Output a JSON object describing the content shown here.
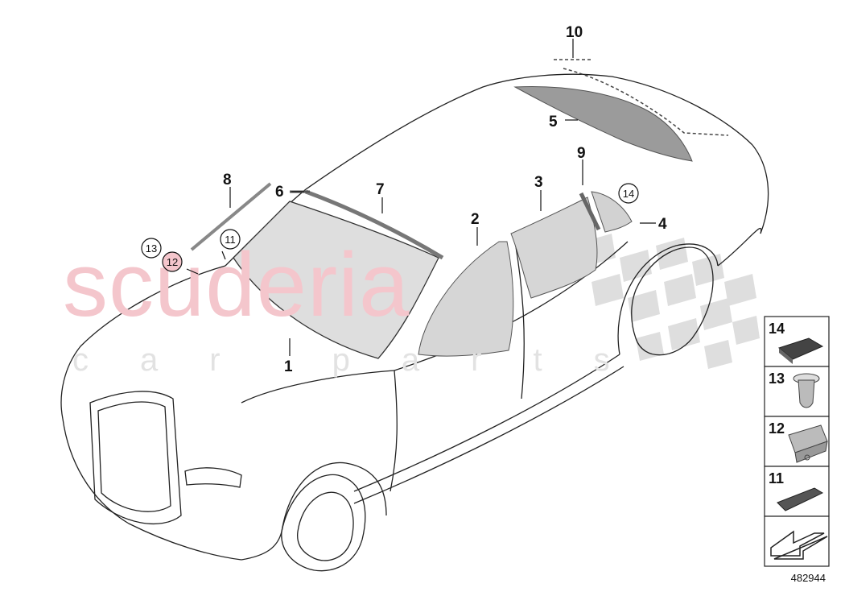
{
  "watermark": {
    "brand": "scuderia",
    "tagline": "car parts"
  },
  "callouts": [
    "10",
    "5",
    "8",
    "6",
    "7",
    "3",
    "9",
    "2",
    "4",
    "1"
  ],
  "circled_callouts": [
    "13",
    "12",
    "11",
    "14"
  ],
  "legend": {
    "items": [
      "14",
      "13",
      "12",
      "11"
    ]
  },
  "diagram_number": "482944",
  "colors": {
    "line": "#222222",
    "glass": "#d9d9d9",
    "glass_dark": "#8f8f8f",
    "watermark_red": "#f4c6cc",
    "checker": "#dcdcdc"
  }
}
